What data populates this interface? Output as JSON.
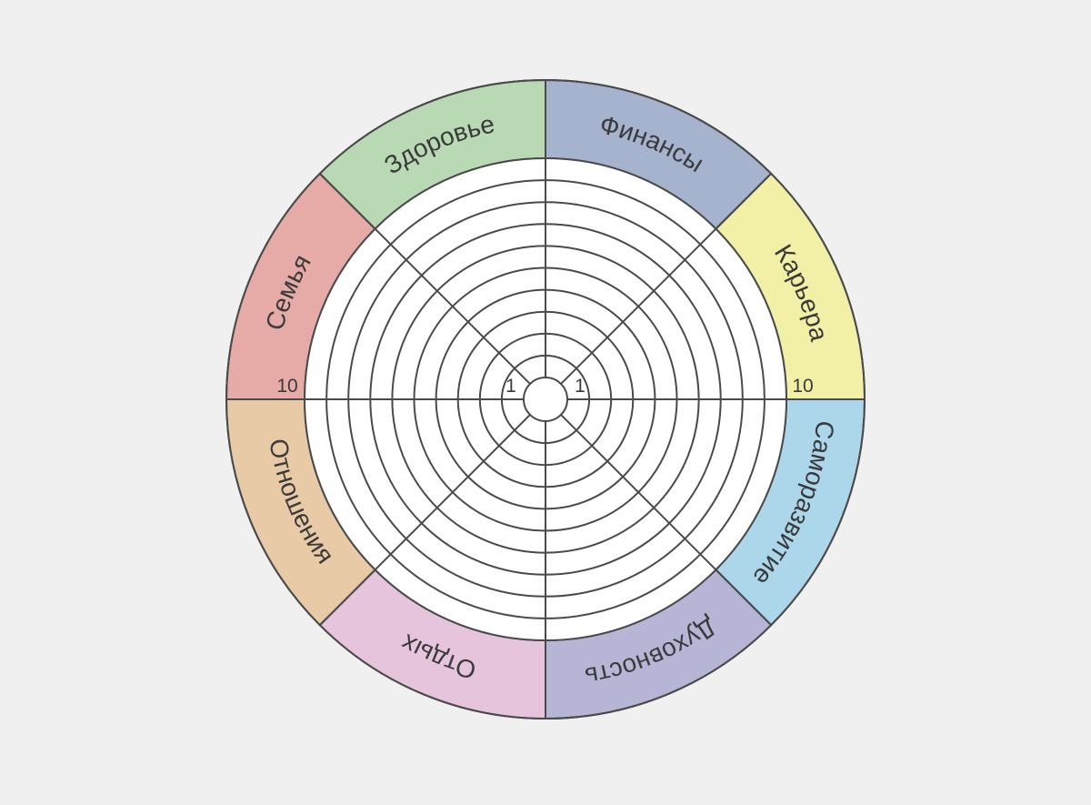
{
  "wheel": {
    "sectors": [
      {
        "label": "Финансы",
        "color": "#a6b3cf"
      },
      {
        "label": "Карьера",
        "color": "#f1f0a6"
      },
      {
        "label": "Саморазвитие",
        "color": "#acd6e9"
      },
      {
        "label": "Духовность",
        "color": "#b7b5d6"
      },
      {
        "label": "Отдых",
        "color": "#e5c4dc"
      },
      {
        "label": "Отношения",
        "color": "#e8cba6"
      },
      {
        "label": "Семья",
        "color": "#e6aaa7"
      },
      {
        "label": "Здоровье",
        "color": "#b8d9b3"
      }
    ],
    "scale": {
      "min_label": "1",
      "max_label": "10",
      "levels": 10
    },
    "line_color": "#4a4a4a",
    "background": "#f0f0f0"
  }
}
